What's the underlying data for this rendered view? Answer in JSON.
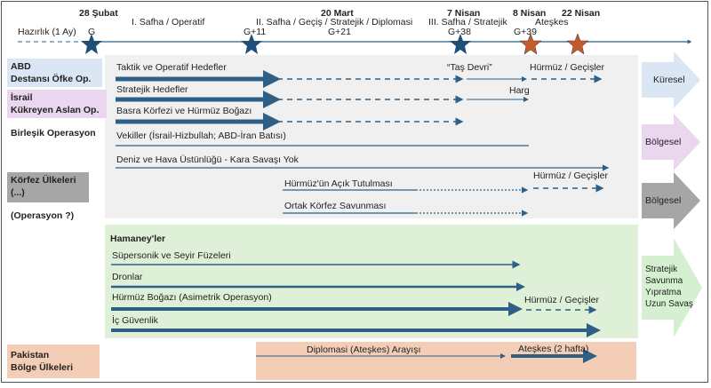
{
  "timeline": {
    "prep": "Hazırlık (1 Ay)",
    "milestones": [
      {
        "date": "28 Şubat",
        "day": "G",
        "star_color": "#1f4e79"
      },
      {
        "date": "",
        "day": "G+11",
        "star_color": "#1f4e79"
      },
      {
        "date": "20 Mart",
        "day": "G+21"
      },
      {
        "date": "7 Nisan",
        "day": "G+38",
        "star_color": "#1f4e79"
      },
      {
        "date": "8 Nisan",
        "day": "G+39",
        "star_color": "#c55a2b"
      },
      {
        "date": "22 Nisan",
        "day": "",
        "star_color": "#c55a2b"
      }
    ],
    "phases": [
      "I. Safha / Operatif",
      "II. Safha / Geçiş / Stratejik / Diplomasi",
      "III. Safha / Stratejik",
      "Ateşkes"
    ]
  },
  "actors": {
    "abd": [
      "ABD",
      "Destansı Öfke Op."
    ],
    "israil": [
      "İsrail",
      "Kükreyen Aslan Op."
    ],
    "joint": "Birleşik Operasyon",
    "gulf": [
      "Körfez Ülkeleri",
      "(...)"
    ],
    "gulf_op": "(Operasyon ?)",
    "pakistan": [
      "Pakistan",
      "Bölge Ülkeleri"
    ]
  },
  "coalition_rows": {
    "tactical": "Taktik ve Operatif Hedefler",
    "stone_age": "“Taş Devri”",
    "hormuz1": "Hürmüz / Geçişler",
    "strategic": "Stratejik Hedefler",
    "harg": "Harg",
    "basra": "Basra Körfezi ve Hürmüz Boğazı",
    "proxies": "Vekiller (İsrail-Hizbullah; ABD-İran Batısı)",
    "superiority": "Deniz ve Hava Üstünlüğü - Kara Savaşı Yok",
    "hormuz_open": "Hürmüz'ün Açık Tutulması",
    "hormuz2": "Hürmüz / Geçişler",
    "gulf_defense": "Ortak Körfez Savunması"
  },
  "iran_rows": {
    "title": "Hamaney'ler",
    "missiles": "Süpersonik ve Seyir Füzeleri",
    "drones": "Dronlar",
    "hormuz_asym": "Hürmüz Boğazı (Asimetrik Operasyon)",
    "hormuz3": "Hürmüz / Geçişler",
    "internal": "İç Güvenlik"
  },
  "diplomacy": {
    "search": "Diplomasi (Ateşkes) Arayışı",
    "ceasefire": "Ateşkes (2 hafta)"
  },
  "outcomes": {
    "global": "Küresel",
    "regional1": "Bölgesel",
    "regional2": "Bölgesel",
    "iran": [
      "Stratejik",
      "Savunma",
      "Yıpratma",
      "Uzun Savaş"
    ]
  },
  "colors": {
    "navy": "#2e5f86",
    "orange": "#c55a2b",
    "blue_bg": "#dae6f3",
    "pink_bg": "#ead6ee",
    "grey_bg": "#a6a6a6",
    "green_bg": "#dff0d8",
    "peach_bg": "#f3cdb5"
  }
}
